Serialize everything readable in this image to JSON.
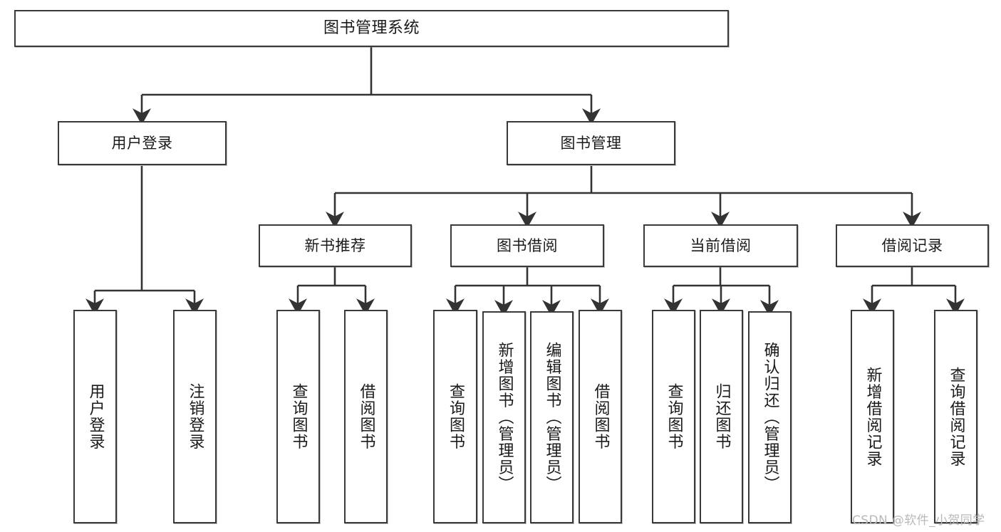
{
  "diagram": {
    "type": "tree",
    "title": "图书管理系统",
    "orientation": "top-down",
    "edge_color": "#333333",
    "node_border_color": "#3a3a3a",
    "node_fill_color": "#ffffff",
    "nodes": {
      "root": {
        "label": "图书管理系统"
      },
      "level2": [
        {
          "label": "用户登录"
        },
        {
          "label": "图书管理"
        }
      ],
      "level3": [
        {
          "label": "新书推荐"
        },
        {
          "label": "图书借阅"
        },
        {
          "label": "当前借阅"
        },
        {
          "label": "借阅记录"
        }
      ],
      "leaves_user_login": [
        {
          "label": "用户登录"
        },
        {
          "label": "注销登录"
        }
      ],
      "leaves_new_book": [
        {
          "label": "查询图书"
        },
        {
          "label": "借阅图书"
        }
      ],
      "leaves_borrow": [
        {
          "label": "查询图书"
        },
        {
          "label": "新增图书（管理员）"
        },
        {
          "label": "编辑图书（管理员）"
        },
        {
          "label": "借阅图书"
        }
      ],
      "leaves_current": [
        {
          "label": "查询图书"
        },
        {
          "label": "归还图书"
        },
        {
          "label": "确认归还（管理员）"
        }
      ],
      "leaves_records": [
        {
          "label": "新增借阅记录"
        },
        {
          "label": "查询借阅记录"
        }
      ]
    }
  },
  "watermark": {
    "text": "CSDN @软件_小贺同学"
  }
}
